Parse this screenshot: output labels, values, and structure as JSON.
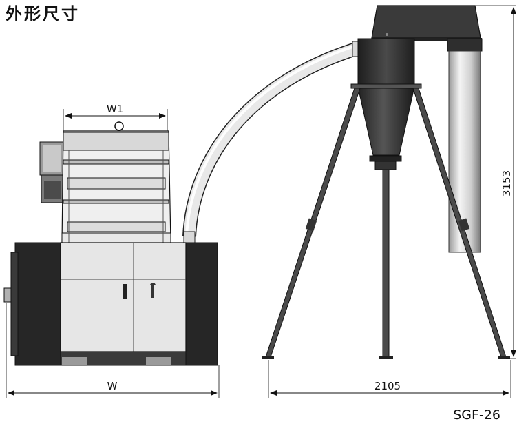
{
  "title": "外形尺寸",
  "dimensions": {
    "w1": "W1",
    "w": "W",
    "width_total": "2105",
    "height_total": "3153"
  },
  "model": "SGF-26",
  "colors": {
    "dark": "#2b2b2b",
    "steel": "#4a4a4a",
    "panel": "#e6e6e6",
    "light": "#f2f2f2",
    "line": "#111111"
  }
}
